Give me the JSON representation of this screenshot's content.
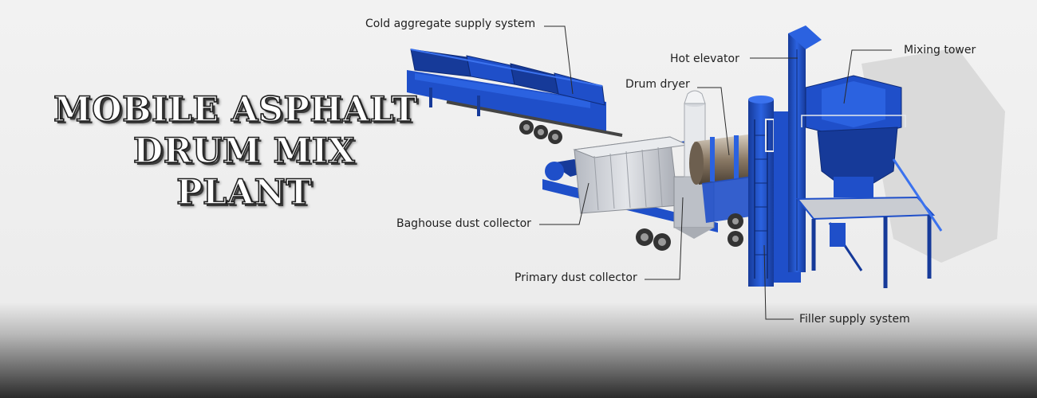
{
  "hero": {
    "title_line1": "MOBILE ASPHALT",
    "title_line2": "DRUM MIX PLANT"
  },
  "callouts": [
    "Cold aggregate supply system",
    "Hot elevator",
    "Drum dryer",
    "Mixing tower",
    "Baghouse dust collector",
    "Primary dust collector",
    "Filler supply system"
  ],
  "colors": {
    "equipment_blue": "#1f4fc9",
    "equipment_dark_blue": "#163a99",
    "panel_gray": "#c9ccd2",
    "background": "#eeeeee"
  }
}
